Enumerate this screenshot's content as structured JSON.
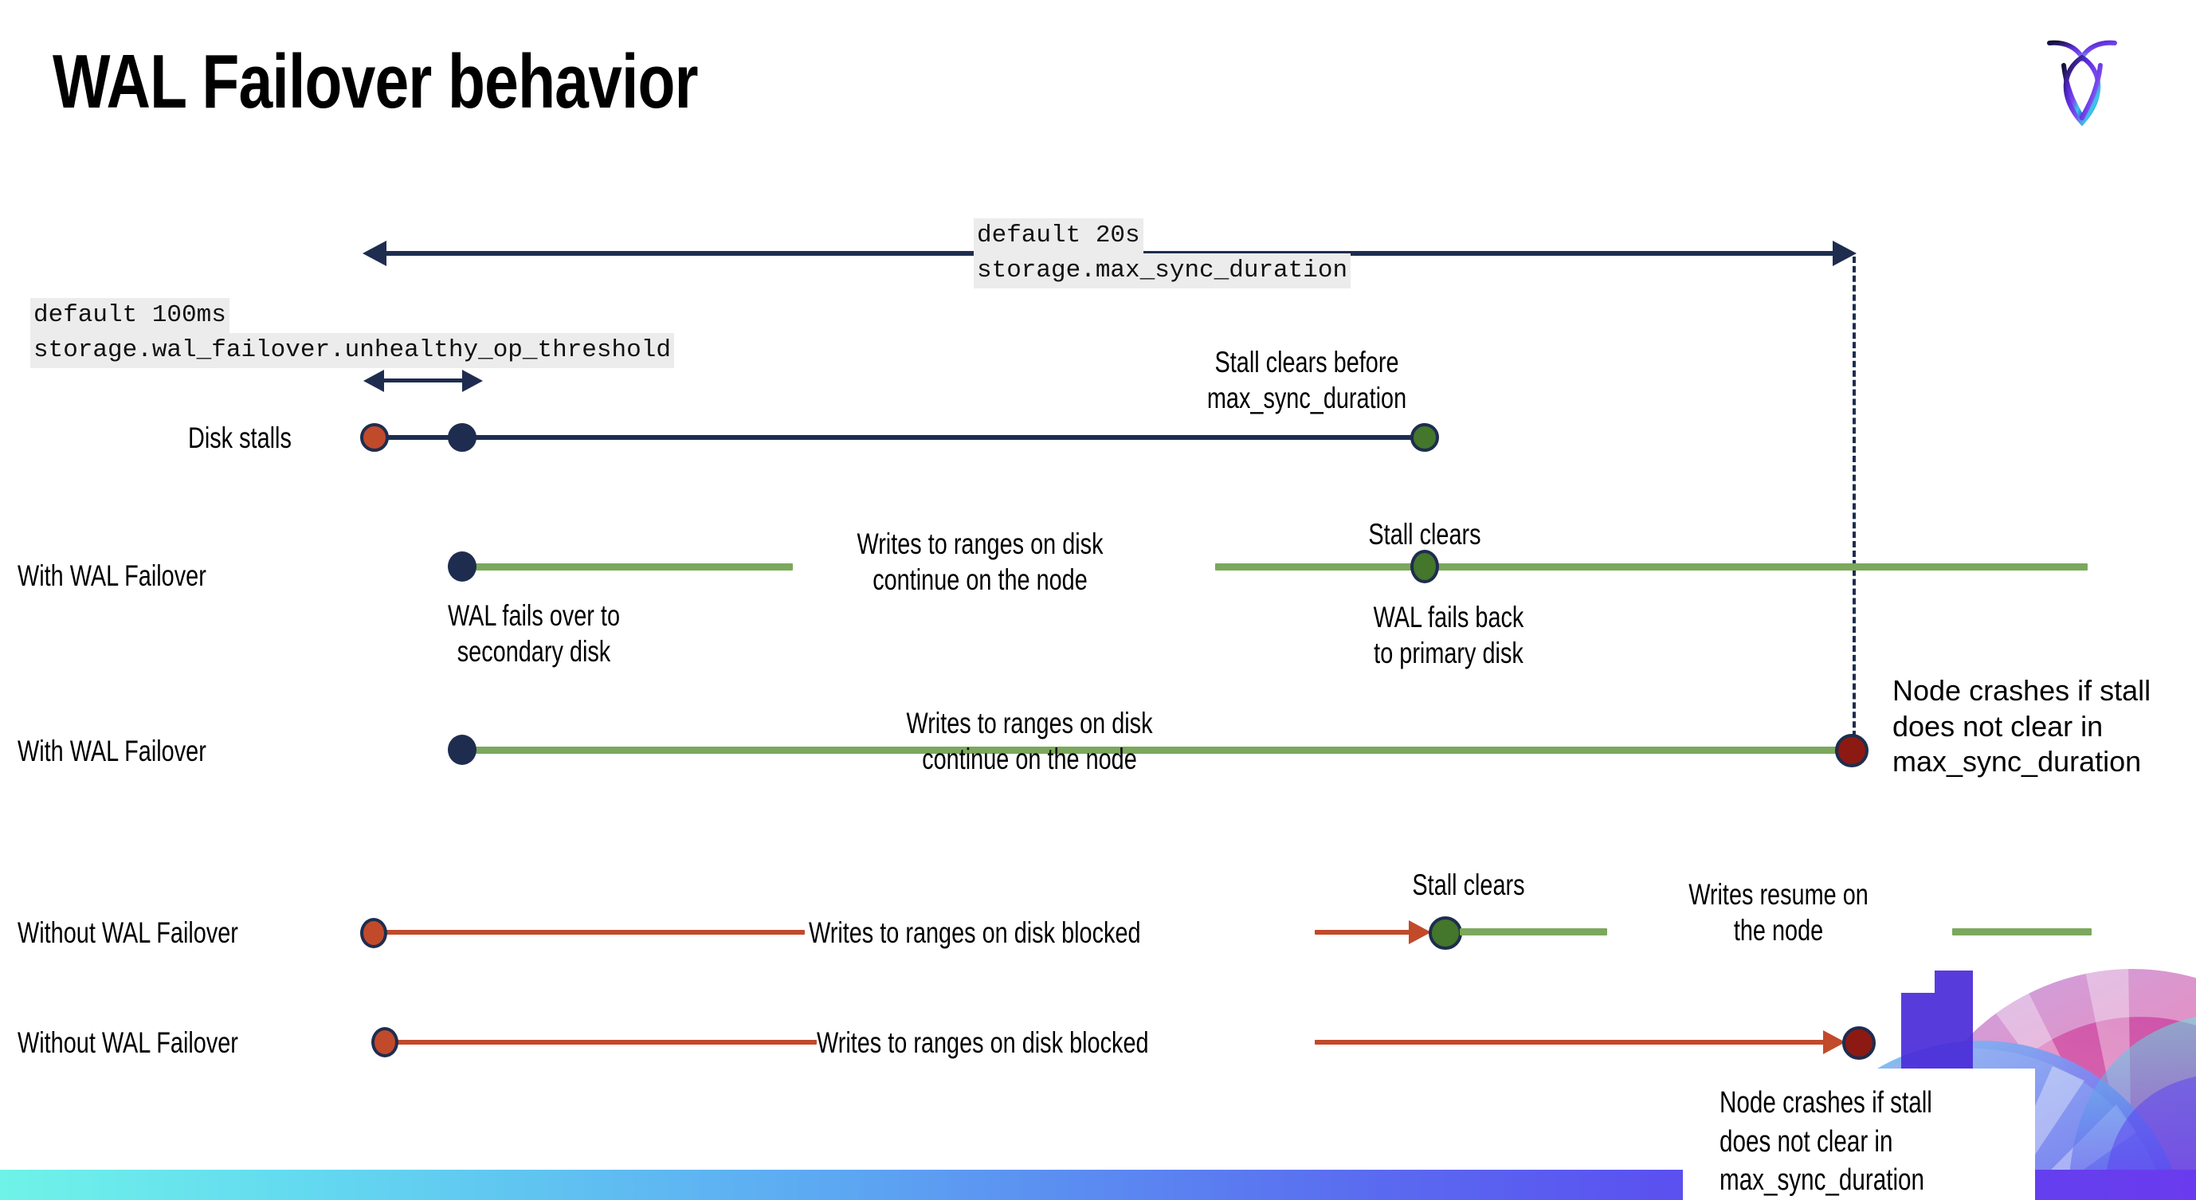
{
  "slide": {
    "title": "WAL Failover behavior",
    "logo_name": "cockroachdb-logo"
  },
  "annotations": {
    "top_duration_default": "default 20s",
    "top_duration_setting": "storage.max_sync_duration",
    "threshold_default": "default 100ms",
    "threshold_setting": "storage.wal_failover.unhealthy_op_threshold"
  },
  "rows": [
    {
      "label": "Disk stalls",
      "above_note": "Stall clears before\nmax_sync_duration",
      "above_note_l1": "Stall clears before",
      "above_note_l2": "max_sync_duration"
    },
    {
      "label": "With WAL Failover",
      "mid_note_l1": "Writes to ranges on disk",
      "mid_note_l2": "continue on the node",
      "clear_note": "Stall clears",
      "below_note_l1": "WAL fails over to",
      "below_note_l2": "secondary disk",
      "below_note2_l1": "WAL fails  back",
      "below_note2_l2": "to primary disk"
    },
    {
      "label": "With WAL Failover",
      "mid_note_l1": "Writes to ranges on disk",
      "mid_note_l2": "continue on the node",
      "crash_note_l1": "Node crashes if stall",
      "crash_note_l2": "does not clear in",
      "crash_note_l3": "max_sync_duration"
    },
    {
      "label": "Without WAL Failover",
      "blocked_note": "Writes to ranges on disk  blocked",
      "clear_note": "Stall clears",
      "resume_note_l1": "Writes resume on",
      "resume_note_l2": "the node"
    },
    {
      "label": "Without WAL Failover",
      "blocked_note": "Writes to ranges on disk  blocked",
      "crash_note_l1": "Node crashes if stall",
      "crash_note_l2": "does not clear in",
      "crash_note_l3": "max_sync_duration"
    }
  ],
  "colors": {
    "navy": "#1e2d4f",
    "orange": "#C14A2B",
    "green_line": "#7BA85C",
    "green_dot": "#44762B",
    "dark_red": "#8C1A12",
    "code_bg": "#ececec",
    "bar_gradient_start": "#6FF3E8",
    "bar_gradient_end": "#6A3BEE"
  }
}
